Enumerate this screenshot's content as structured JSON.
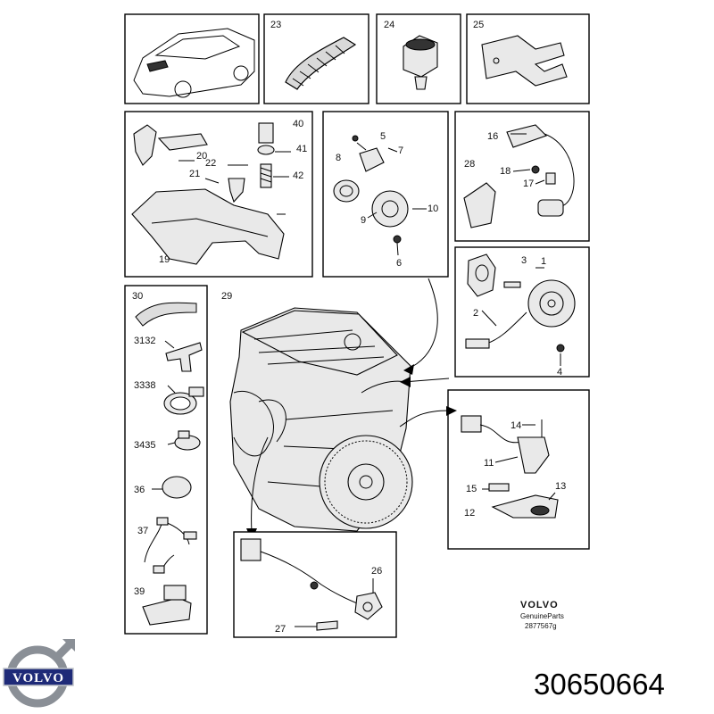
{
  "labels": {
    "l23": "23",
    "l24": "24",
    "l25": "25",
    "l40": "40",
    "l41": "41",
    "l42": "42",
    "l20": "20",
    "l22": "22",
    "l21": "21",
    "l19": "19",
    "l5": "5",
    "l7": "7",
    "l8": "8",
    "l9": "9",
    "l10": "10",
    "l6": "6",
    "l16": "16",
    "l18": "18",
    "l17": "17",
    "l28": "28",
    "l3": "3",
    "l1": "1",
    "l2": "2",
    "l4": "4",
    "l30": "30",
    "l3132": "3132",
    "l3338": "3338",
    "l3435": "3435",
    "l36": "36",
    "l37": "37",
    "l39": "39",
    "l29": "29",
    "l14": "14",
    "l11": "11",
    "l15": "15",
    "l13": "13",
    "l12": "12",
    "l26": "26",
    "l27": "27"
  },
  "brand": {
    "footer_brand": "VOLVO",
    "footer_line1": "GenuineParts",
    "footer_code": "2877567g",
    "logo_text": "VOLVO",
    "logo_color": "#1e2a78"
  },
  "part_number": "30650664"
}
